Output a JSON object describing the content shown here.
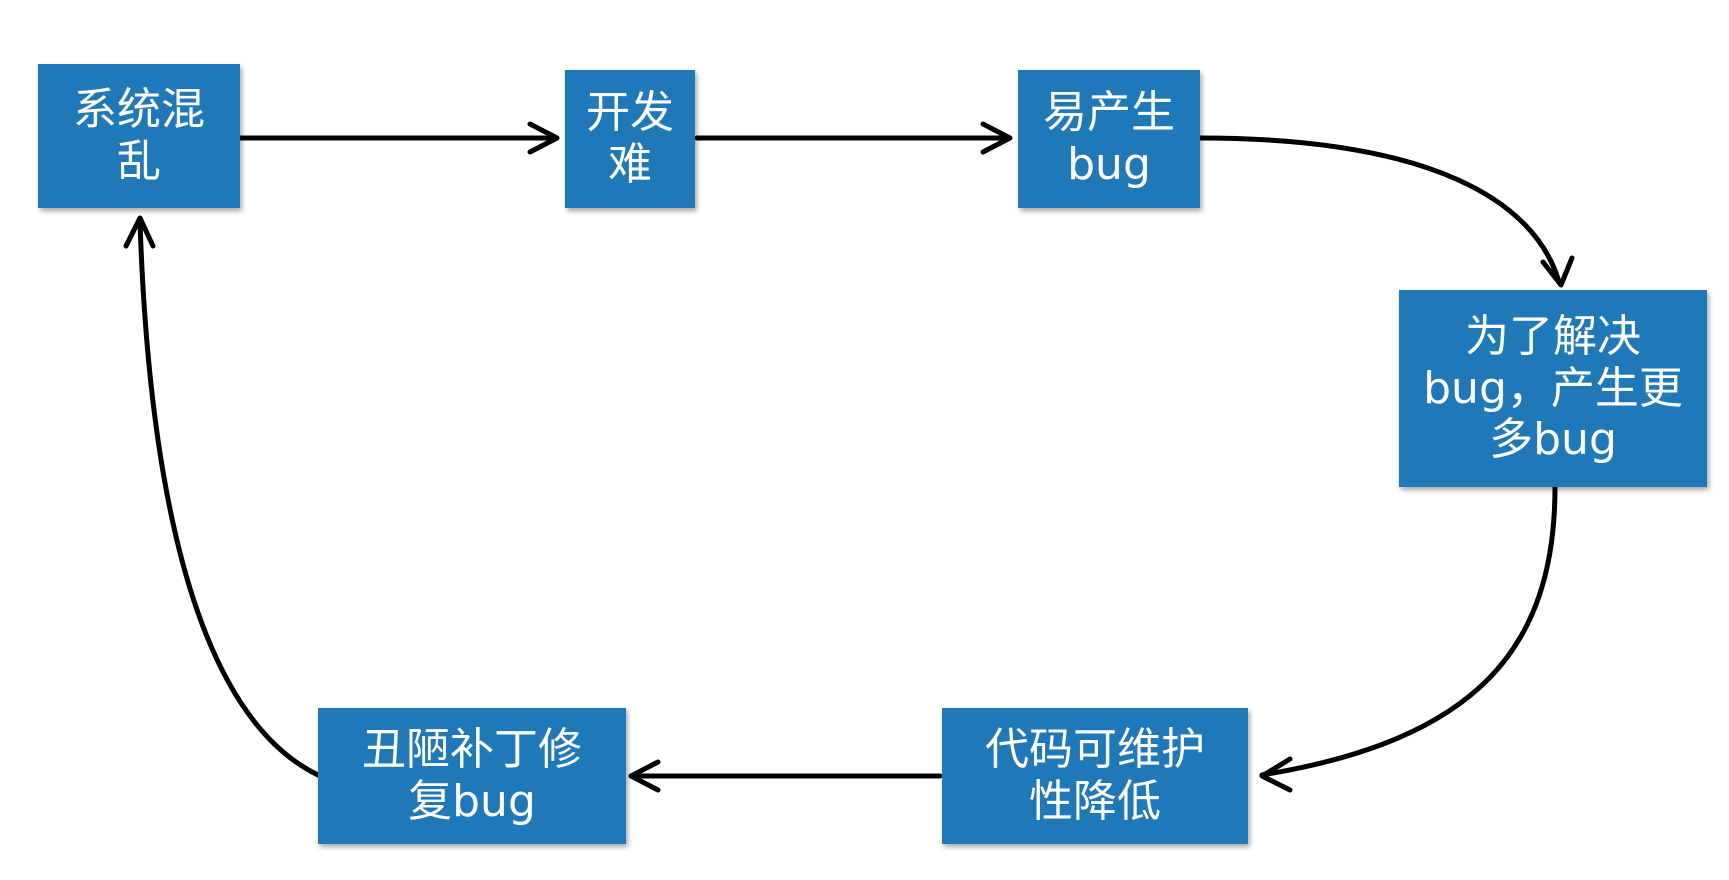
{
  "diagram": {
    "colors": {
      "box_fill": "#1f78b8",
      "box_text": "#ffffff",
      "arrow": "#000000",
      "background": "#ffffff"
    },
    "nodes": [
      {
        "id": "system-chaos",
        "label": "系统混\n乱"
      },
      {
        "id": "hard-to-develop",
        "label": "开发\n难"
      },
      {
        "id": "bug-prone",
        "label": "易产生\nbug"
      },
      {
        "id": "fix-creates-more-bugs",
        "label": "为了解决\nbug，产生更\n多bug"
      },
      {
        "id": "maintainability-drops",
        "label": "代码可维护\n性降低"
      },
      {
        "id": "ugly-patch-fix",
        "label": "丑陋补丁修\n复bug"
      }
    ],
    "edges": [
      {
        "from": "system-chaos",
        "to": "hard-to-develop"
      },
      {
        "from": "hard-to-develop",
        "to": "bug-prone"
      },
      {
        "from": "bug-prone",
        "to": "fix-creates-more-bugs"
      },
      {
        "from": "fix-creates-more-bugs",
        "to": "maintainability-drops"
      },
      {
        "from": "maintainability-drops",
        "to": "ugly-patch-fix"
      },
      {
        "from": "ugly-patch-fix",
        "to": "system-chaos"
      }
    ]
  }
}
